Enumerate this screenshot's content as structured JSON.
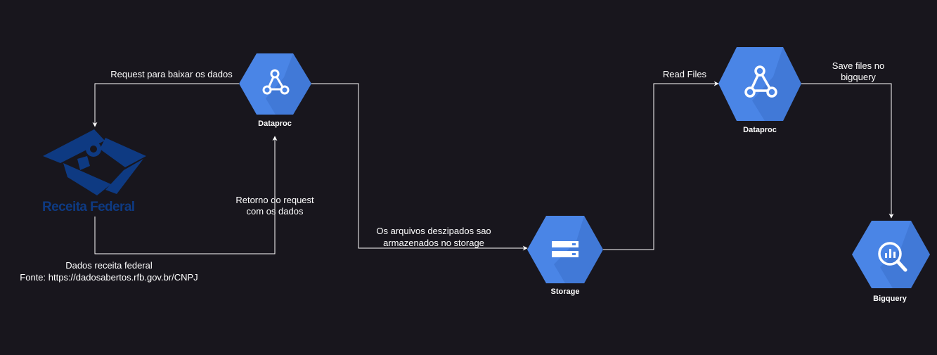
{
  "colors": {
    "background": "#18161d",
    "hex_fill": "#4a85e6",
    "hex_shadow": "#3b6fcb",
    "receita_blue": "#0e3a82",
    "connector": "#ffffff"
  },
  "nodes": {
    "dataproc_1": {
      "label": "Dataproc",
      "icon": "dataproc-icon"
    },
    "dataproc_2": {
      "label": "Dataproc",
      "icon": "dataproc-icon"
    },
    "storage": {
      "label": "Storage",
      "icon": "storage-icon"
    },
    "bigquery": {
      "label": "Bigquery",
      "icon": "bigquery-icon"
    },
    "receita": {
      "logo_text": "Receita Federal",
      "icon": "receita-federal-logo"
    }
  },
  "captions": {
    "receita_line1": "Dados receita federal",
    "receita_line2": "Fonte: https://dadosabertos.rfb.gov.br/CNPJ"
  },
  "edges": {
    "request": "Request para baixar os dados",
    "retorno_line1": "Retorno do request",
    "retorno_line2": "com os dados",
    "arquivos_line1": "Os arquivos deszipados sao",
    "arquivos_line2": "armazenados no storage",
    "read_files": "Read Files",
    "save_line1": "Save files no",
    "save_line2": "bigquery"
  }
}
